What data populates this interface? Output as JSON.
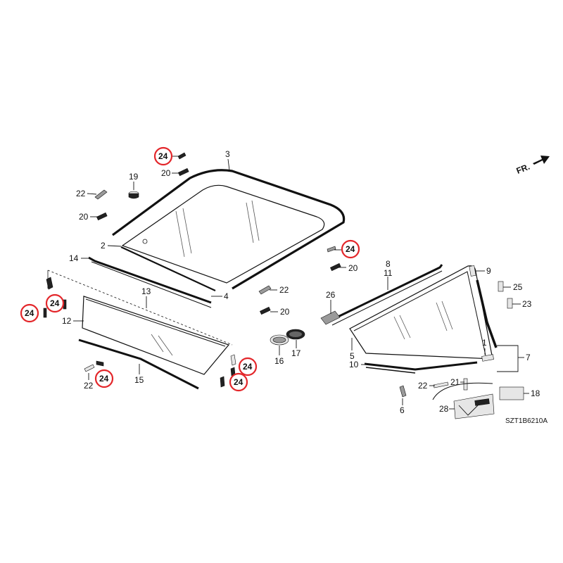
{
  "direction_label": "FR.",
  "diagram_code": "SZT1B6210A",
  "callouts": [
    {
      "id": "c3",
      "text": "3"
    },
    {
      "id": "c24a",
      "text": "24"
    },
    {
      "id": "c20a",
      "text": "20"
    },
    {
      "id": "c19",
      "text": "19"
    },
    {
      "id": "c22a",
      "text": "22"
    },
    {
      "id": "c20b",
      "text": "20"
    },
    {
      "id": "c2",
      "text": "2"
    },
    {
      "id": "c24b",
      "text": "24"
    },
    {
      "id": "c20c",
      "text": "20"
    },
    {
      "id": "c14",
      "text": "14"
    },
    {
      "id": "c4",
      "text": "4"
    },
    {
      "id": "c22b",
      "text": "22"
    },
    {
      "id": "c20d",
      "text": "20"
    },
    {
      "id": "c13",
      "text": "13"
    },
    {
      "id": "c12",
      "text": "12"
    },
    {
      "id": "c24c",
      "text": "24"
    },
    {
      "id": "c24d",
      "text": "24"
    },
    {
      "id": "c26",
      "text": "26"
    },
    {
      "id": "c16",
      "text": "16"
    },
    {
      "id": "c17",
      "text": "17"
    },
    {
      "id": "c15",
      "text": "15"
    },
    {
      "id": "c22c",
      "text": "22"
    },
    {
      "id": "c24e",
      "text": "24"
    },
    {
      "id": "c24f",
      "text": "24"
    },
    {
      "id": "c24g",
      "text": "24"
    },
    {
      "id": "c8",
      "text": "8"
    },
    {
      "id": "c11",
      "text": "11"
    },
    {
      "id": "c9",
      "text": "9"
    },
    {
      "id": "c25",
      "text": "25"
    },
    {
      "id": "c23",
      "text": "23"
    },
    {
      "id": "c1",
      "text": "1"
    },
    {
      "id": "c7",
      "text": "7"
    },
    {
      "id": "c5",
      "text": "5"
    },
    {
      "id": "c10",
      "text": "10"
    },
    {
      "id": "c22d",
      "text": "22"
    },
    {
      "id": "c21",
      "text": "21"
    },
    {
      "id": "c18",
      "text": "18"
    },
    {
      "id": "c6",
      "text": "6"
    },
    {
      "id": "c28",
      "text": "28"
    }
  ],
  "highlight_color": "#e3262a"
}
